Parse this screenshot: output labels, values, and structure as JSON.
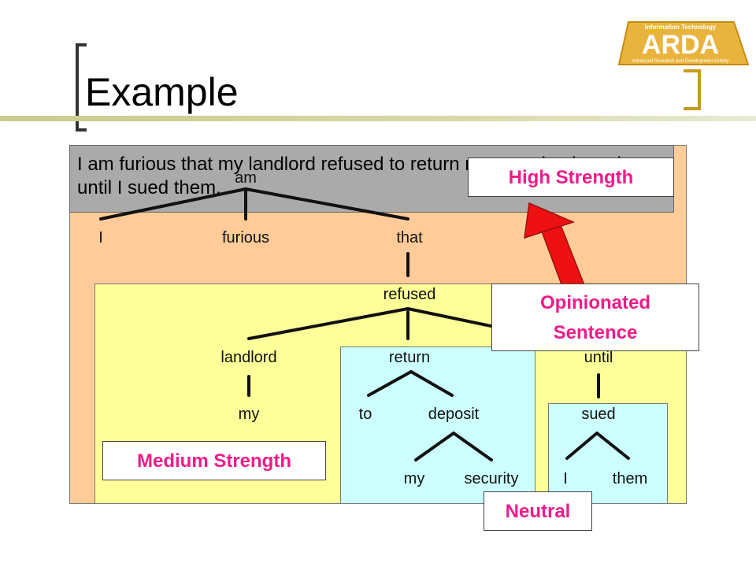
{
  "slide": {
    "title": "Example",
    "sentence": "I am furious that my landlord refused to return my security deposit until I sued them."
  },
  "logo": {
    "top_text": "Information Technology",
    "main_text": "ARDA",
    "bottom_text": "Advanced Research and Development Activity"
  },
  "tree": {
    "root": "am",
    "level1": [
      "I",
      "furious",
      "that"
    ],
    "refused": "refused",
    "level3": [
      "landlord",
      "return",
      "until"
    ],
    "my1": "my",
    "to": "to",
    "deposit": "deposit",
    "sued": "sued",
    "my2": "my",
    "security": "security",
    "I2": "I",
    "them": "them"
  },
  "labels": {
    "high": "High Strength",
    "opinionated_line1": "Opinionated",
    "opinionated_line2": "Sentence",
    "medium": "Medium Strength",
    "neutral": "Neutral"
  },
  "colors": {
    "label_text": "#ee1c8a",
    "arrow": "#ee1111",
    "orange_region": "#ffcc99",
    "yellow_region": "#ffff99",
    "cyan_region": "#ccffff"
  }
}
